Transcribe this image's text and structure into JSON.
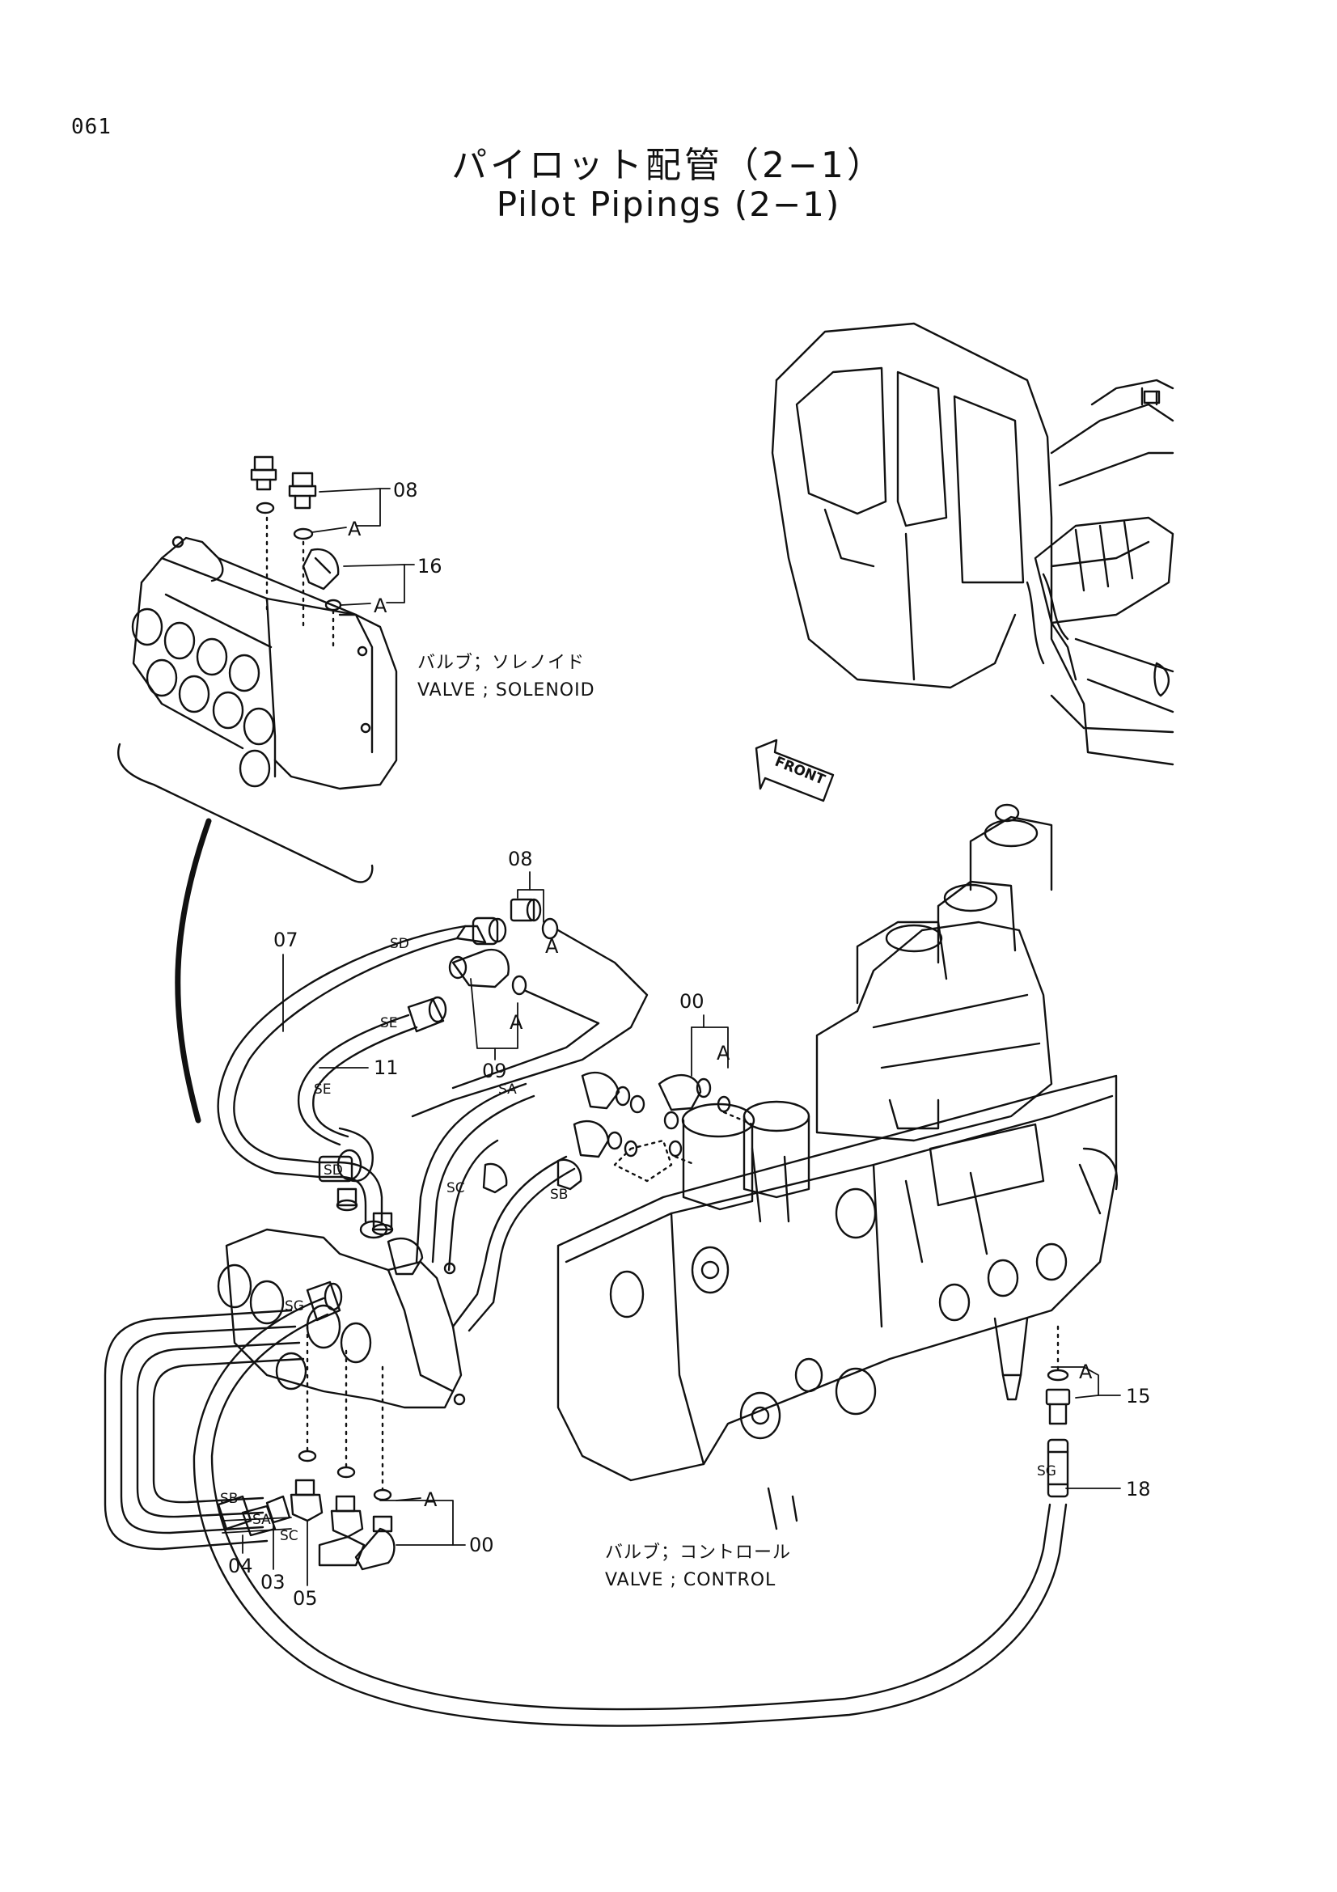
{
  "page_number": "061",
  "title_ja": "パイロット配管（2−1）",
  "title_en": "Pilot Pipings (2−1)",
  "valve_solenoid": {
    "ja": "バルブ；ソレノイド",
    "en": "VALVE ; SOLENOID"
  },
  "valve_control": {
    "ja": "バルブ；コントロール",
    "en": "VALVE ; CONTROL"
  },
  "front_arrow": "FRONT",
  "callouts": {
    "top_08": "08",
    "top_16": "16",
    "mid_08": "08",
    "mid_09": "09",
    "mid_07": "07",
    "mid_11": "11",
    "mid_00": "00",
    "bot_00": "00",
    "bot_15": "15",
    "bot_18": "18",
    "bot_04": "04",
    "bot_03": "03",
    "bot_05": "05"
  },
  "ring_marks": {
    "a1": "A",
    "a2": "A",
    "a3": "A",
    "a4": "A",
    "a5": "A",
    "a6": "A",
    "a7": "A"
  },
  "port_tags": {
    "sd1": "SD",
    "se1": "SE",
    "se2": "SE",
    "sd2": "SD",
    "sa1": "SA",
    "sc1": "SC",
    "sb1": "SB",
    "sg1": "SG",
    "sb2": "SB",
    "sa2": "SA",
    "sc2": "SC",
    "sg2": "SG"
  }
}
